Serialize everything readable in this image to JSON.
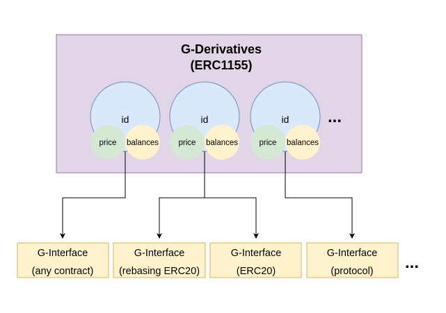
{
  "container": {
    "title_line1": "G-Derivatives",
    "title_line2": "(ERC1155)",
    "fill": "#e1d5e7",
    "stroke": "#9673a6"
  },
  "tokens": [
    {
      "id_label": "id",
      "price_label": "price",
      "balances_label": "balances"
    },
    {
      "id_label": "id",
      "price_label": "price",
      "balances_label": "balances"
    },
    {
      "id_label": "id",
      "price_label": "price",
      "balances_label": "balances"
    }
  ],
  "tokens_ellipsis": "...",
  "interfaces": [
    {
      "line1": "G-Interface",
      "line2": "(any contract)"
    },
    {
      "line1": "G-Interface",
      "line2": "(rebasing ERC20)"
    },
    {
      "line1": "G-Interface",
      "line2": "(ERC20)"
    },
    {
      "line1": "G-Interface",
      "line2": "(protocol)"
    }
  ],
  "interfaces_ellipsis": "...",
  "colors": {
    "id_circle": "#dae8fc",
    "id_stroke": "#6c8ebf",
    "price_circle": "#d5e8d4",
    "balances_circle": "#fff2cc",
    "interface_fill": "#fff2cc",
    "interface_stroke": "#d6b656",
    "connector": "#000000"
  }
}
